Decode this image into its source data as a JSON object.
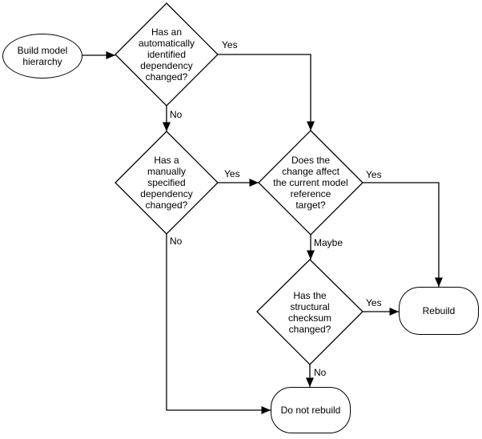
{
  "diagram": {
    "colors": {
      "background": "#ffffff",
      "stroke": "#000000",
      "text": "#000000"
    },
    "nodes": {
      "start": {
        "shape": "ellipse",
        "label": "Build model\nhierarchy"
      },
      "auto_dependency": {
        "shape": "decision",
        "label": "Has an\nautomatically\nidentified\ndependency\nchanged?"
      },
      "manual_dependency": {
        "shape": "decision",
        "label": "Has a\nmanually\nspecified\ndependency\nchanged?"
      },
      "reference_target": {
        "shape": "decision",
        "label": "Does the\nchange affect\nthe current model\nreference\ntarget?"
      },
      "structural_checksum": {
        "shape": "decision",
        "label": "Has the\nstructural\nchecksum\nchanged?"
      },
      "rebuild": {
        "shape": "terminal",
        "label": "Rebuild"
      },
      "do_not_rebuild": {
        "shape": "terminal",
        "label": "Do not rebuild"
      }
    },
    "edge_labels": {
      "auto_dependency_yes": "Yes",
      "auto_dependency_no": "No",
      "manual_dependency_yes": "Yes",
      "manual_dependency_no": "No",
      "reference_target_yes": "Yes",
      "reference_target_maybe": "Maybe",
      "structural_checksum_yes": "Yes",
      "structural_checksum_no": "No"
    }
  }
}
